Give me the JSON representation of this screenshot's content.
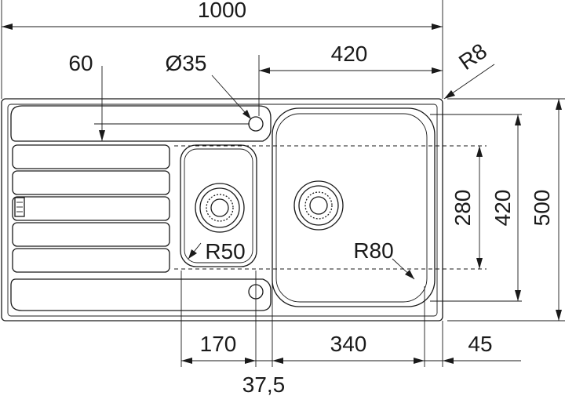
{
  "drawing": {
    "overall_width": "1000",
    "drainer_offset": "60",
    "tap_hole": "Ø35",
    "main_bowl_offset": "420",
    "corner_radius": "R8",
    "small_bowl_radius": "R50",
    "main_bowl_radius": "R80",
    "small_bowl_width": "170",
    "main_bowl_width": "340",
    "right_margin": "45",
    "bowl_gap": "37,5",
    "bowl_depth": "280",
    "main_bowl_height": "420",
    "overall_depth": "500"
  }
}
